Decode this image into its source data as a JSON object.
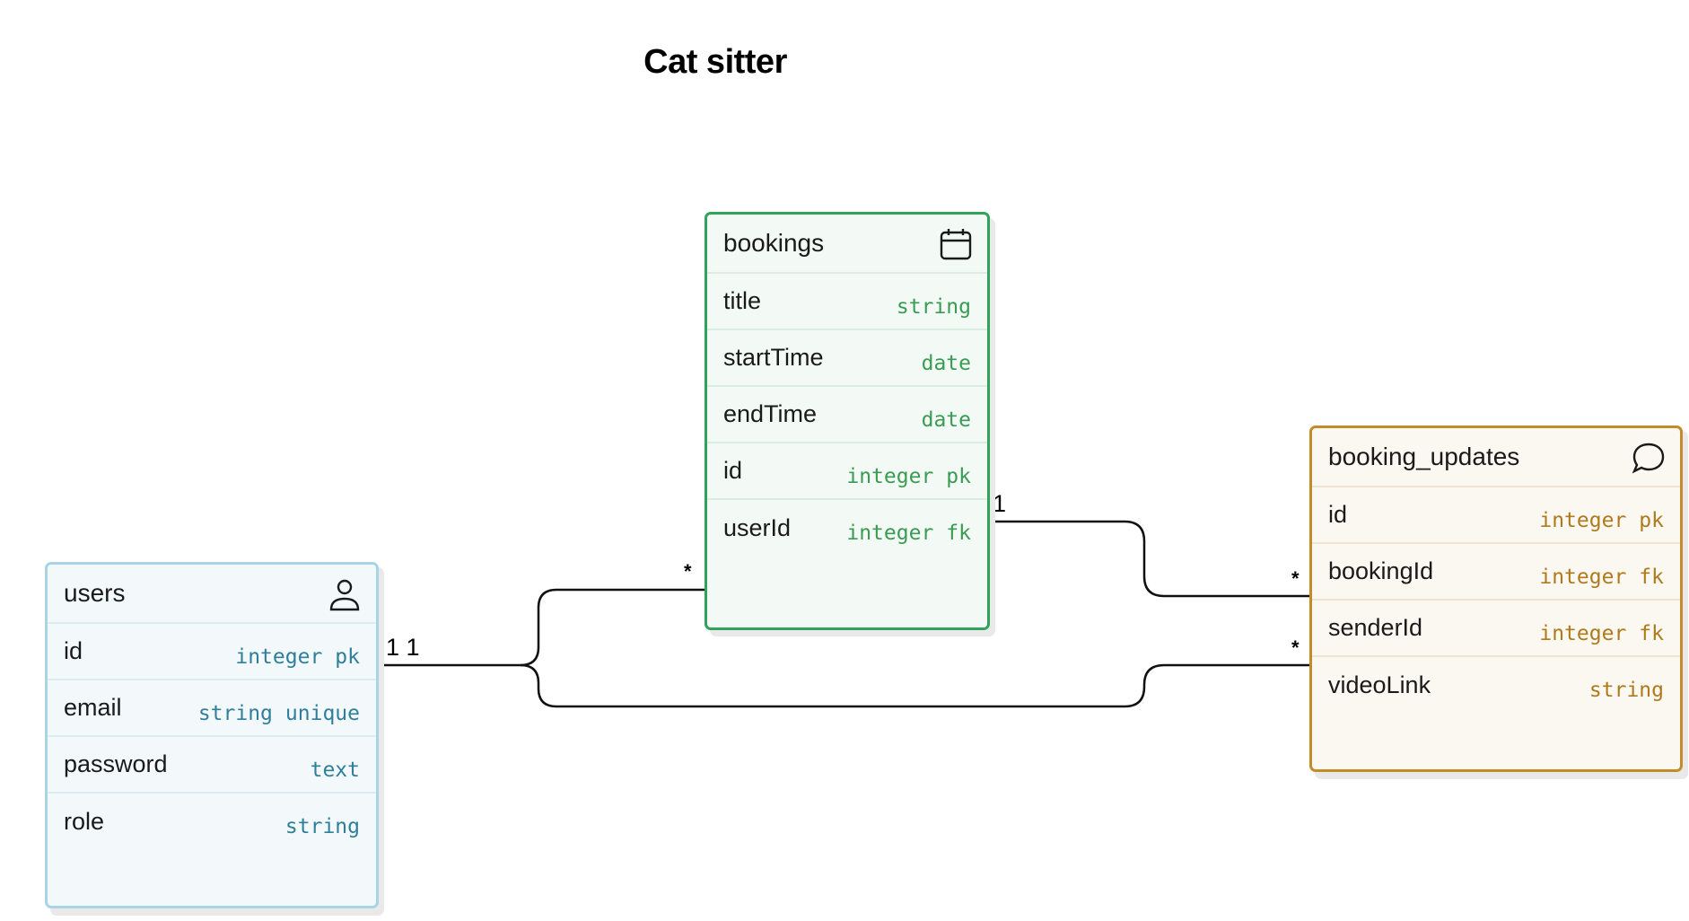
{
  "title": "Cat sitter",
  "colors": {
    "users_border": "#a9d4e3",
    "users_bg": "#f3f8fb",
    "users_type": "#2f7f9a",
    "bookings_border": "#2fa35a",
    "bookings_bg": "#f3faf5",
    "bookings_type": "#3a9b52",
    "updates_border": "#c38b2c",
    "updates_bg": "#fbf8f1",
    "updates_type": "#b07a1c"
  },
  "entities": {
    "users": {
      "name": "users",
      "icon": "user-icon",
      "fields": [
        {
          "name": "id",
          "type": "integer",
          "key": "pk"
        },
        {
          "name": "email",
          "type": "string",
          "key": "unique"
        },
        {
          "name": "password",
          "type": "text",
          "key": ""
        },
        {
          "name": "role",
          "type": "string",
          "key": ""
        }
      ]
    },
    "bookings": {
      "name": "bookings",
      "icon": "calendar-icon",
      "fields": [
        {
          "name": "title",
          "type": "string",
          "key": ""
        },
        {
          "name": "startTime",
          "type": "date",
          "key": ""
        },
        {
          "name": "endTime",
          "type": "date",
          "key": ""
        },
        {
          "name": "id",
          "type": "integer",
          "key": "pk"
        },
        {
          "name": "userId",
          "type": "integer",
          "key": "fk"
        }
      ]
    },
    "booking_updates": {
      "name": "booking_updates",
      "icon": "chat-bubble-icon",
      "fields": [
        {
          "name": "id",
          "type": "integer",
          "key": "pk"
        },
        {
          "name": "bookingId",
          "type": "integer",
          "key": "fk"
        },
        {
          "name": "senderId",
          "type": "integer",
          "key": "fk"
        },
        {
          "name": "videoLink",
          "type": "string",
          "key": ""
        }
      ]
    }
  },
  "relations": {
    "users_side_label": "1 1",
    "bookings_id_label": "1",
    "many_label": "*"
  }
}
